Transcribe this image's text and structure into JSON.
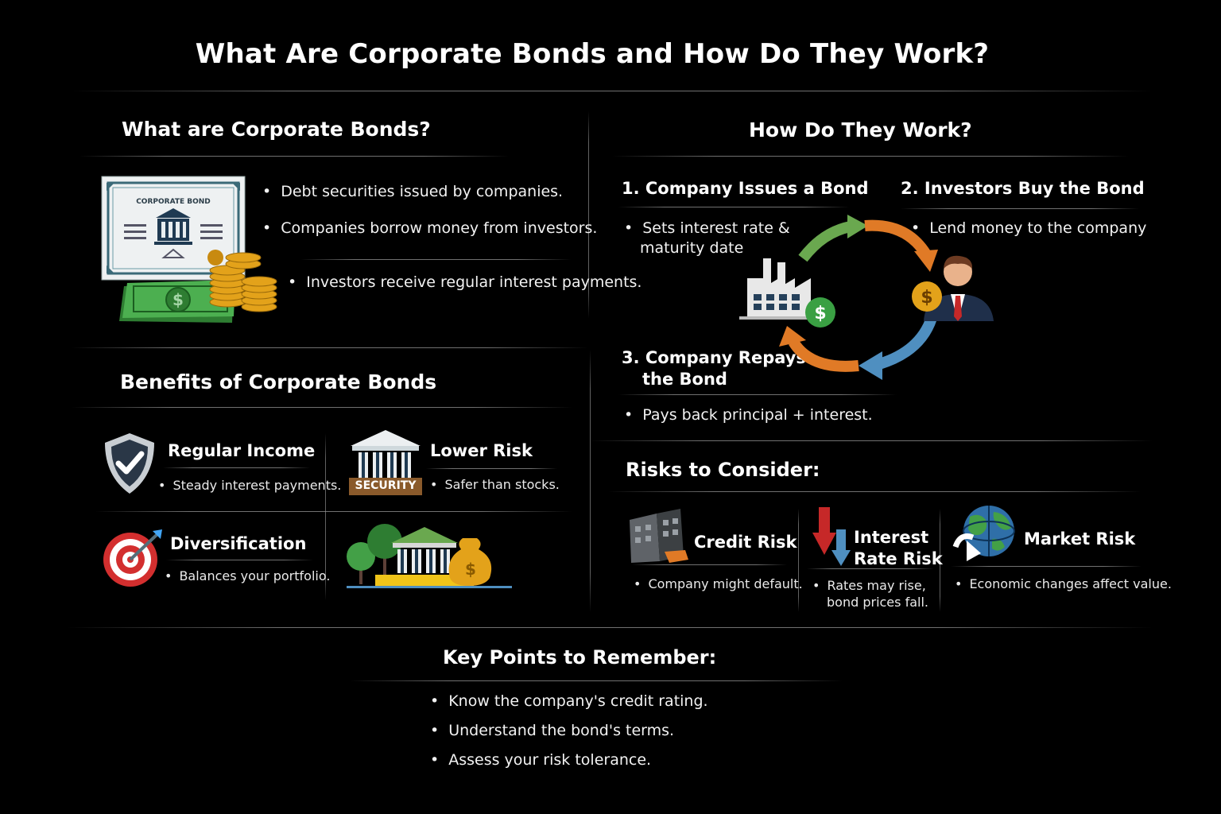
{
  "title": "What Are Corporate Bonds and How Do They Work?",
  "what": {
    "heading": "What are Corporate Bonds?",
    "certificate_text": "CORPORATE BOND",
    "bullets": [
      "Debt securities issued by companies.",
      "Companies borrow money from investors.",
      "Investors receive regular interest payments."
    ]
  },
  "how": {
    "heading": "How Do They Work?",
    "steps": [
      {
        "label": "1. Company Issues a Bond",
        "bullets": [
          "Sets interest rate &",
          "maturity date"
        ]
      },
      {
        "label": "2. Investors Buy the Bond",
        "bullets": [
          "Lend money to the company"
        ]
      },
      {
        "label_line1": "3. Company Repays",
        "label_line2": "the Bond",
        "bullets": [
          "Pays back principal + interest."
        ]
      }
    ],
    "currency_symbol": "$"
  },
  "benefits": {
    "heading": "Benefits of Corporate Bonds",
    "items": [
      {
        "label": "Regular Income",
        "desc": "Steady interest payments.",
        "icon": "shield-check-icon"
      },
      {
        "label": "Lower Risk",
        "desc": "Safer than stocks.",
        "icon": "bank-security-icon",
        "badge": "SECURITY"
      },
      {
        "label": "Diversification",
        "desc": "Balances your portfolio.",
        "icon": "target-icon"
      }
    ]
  },
  "risks": {
    "heading": "Risks to Consider:",
    "items": [
      {
        "label": "Credit Risk",
        "desc": "Company might default.",
        "icon": "crumbling-building-icon"
      },
      {
        "label_line1": "Interest",
        "label_line2": "Rate Risk",
        "desc_line1": "Rates may rise,",
        "desc_line2": "bond prices fall.",
        "icon": "up-down-arrows-icon"
      },
      {
        "label": "Market Risk",
        "desc": "Economic changes affect value.",
        "icon": "globe-icon"
      }
    ]
  },
  "key_points": {
    "heading": "Key Points to Remember:",
    "items": [
      "Know the company's credit rating.",
      "Understand the bond's terms.",
      "Assess your risk tolerance."
    ]
  },
  "colors": {
    "background": "#000000",
    "green_money": "#3aa043",
    "gold": "#e3a21a",
    "orange": "#e07a26",
    "blue": "#4f8fc0",
    "red": "#c62828"
  }
}
